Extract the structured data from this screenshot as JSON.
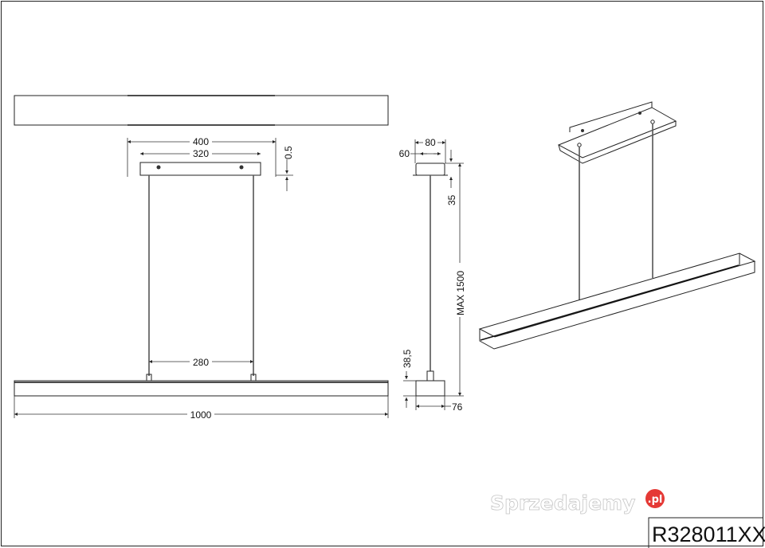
{
  "drawing": {
    "model_code": "R328011XX",
    "watermark": "Sprzedajemy",
    "watermark_badge": ".pl",
    "watermark_badge_color": "#e53935",
    "front_view": {
      "dim_canopy_length": "400",
      "dim_canopy_holes": "320",
      "dim_canopy_gap": "0.5",
      "dim_cord_spacing": "280",
      "dim_bar_length": "1000"
    },
    "side_view": {
      "dim_canopy_width": "80",
      "dim_canopy_inner": "60",
      "dim_canopy_height": "35",
      "dim_max_height": "MAX 1500",
      "dim_bar_height": "38,5",
      "dim_bar_width": "76"
    }
  }
}
